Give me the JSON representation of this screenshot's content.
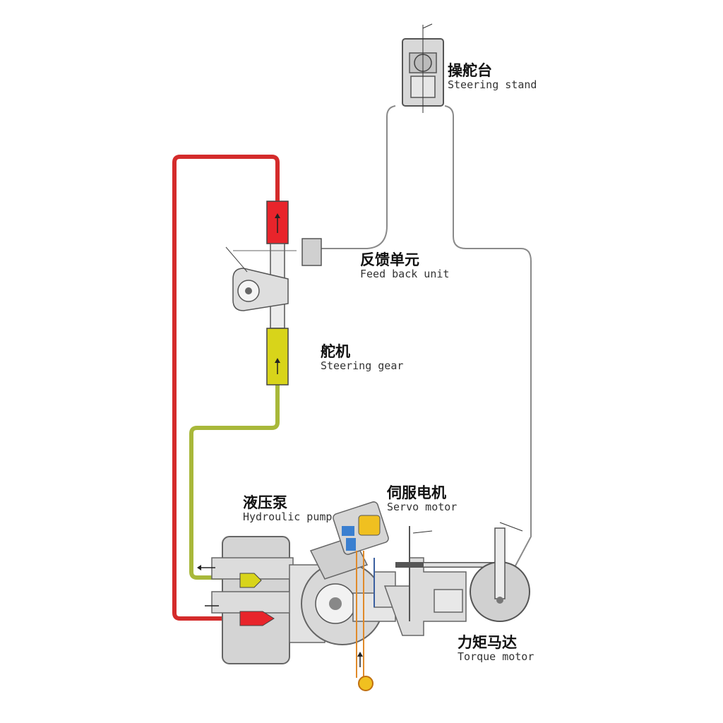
{
  "labels": {
    "steering_stand": {
      "zh": "操舵台",
      "en": "Steering stand"
    },
    "feedback_unit": {
      "zh": "反馈单元",
      "en": "Feed back unit"
    },
    "steering_gear": {
      "zh": "舵机",
      "en": "Steering gear"
    },
    "hydraulic_pump": {
      "zh": "液压泵",
      "en": "Hydroulic pump"
    },
    "servo_motor": {
      "zh": "伺服电机",
      "en": "Servo motor"
    },
    "torque_motor": {
      "zh": "力矩马达",
      "en": "Torque motor"
    }
  },
  "colors": {
    "pressure_line": "#d42b2b",
    "return_line": "#a8b83a",
    "cylinder_red": "#e8242b",
    "cylinder_yellow": "#d8d41a",
    "mechanical_line": "#9a9a9a",
    "body_gray": "#d4d4d4",
    "outline": "#6a6a6a",
    "blue_port": "#3a7fd0",
    "orange_wire": "#e08a2a",
    "yellow_port": "#f0c020"
  }
}
